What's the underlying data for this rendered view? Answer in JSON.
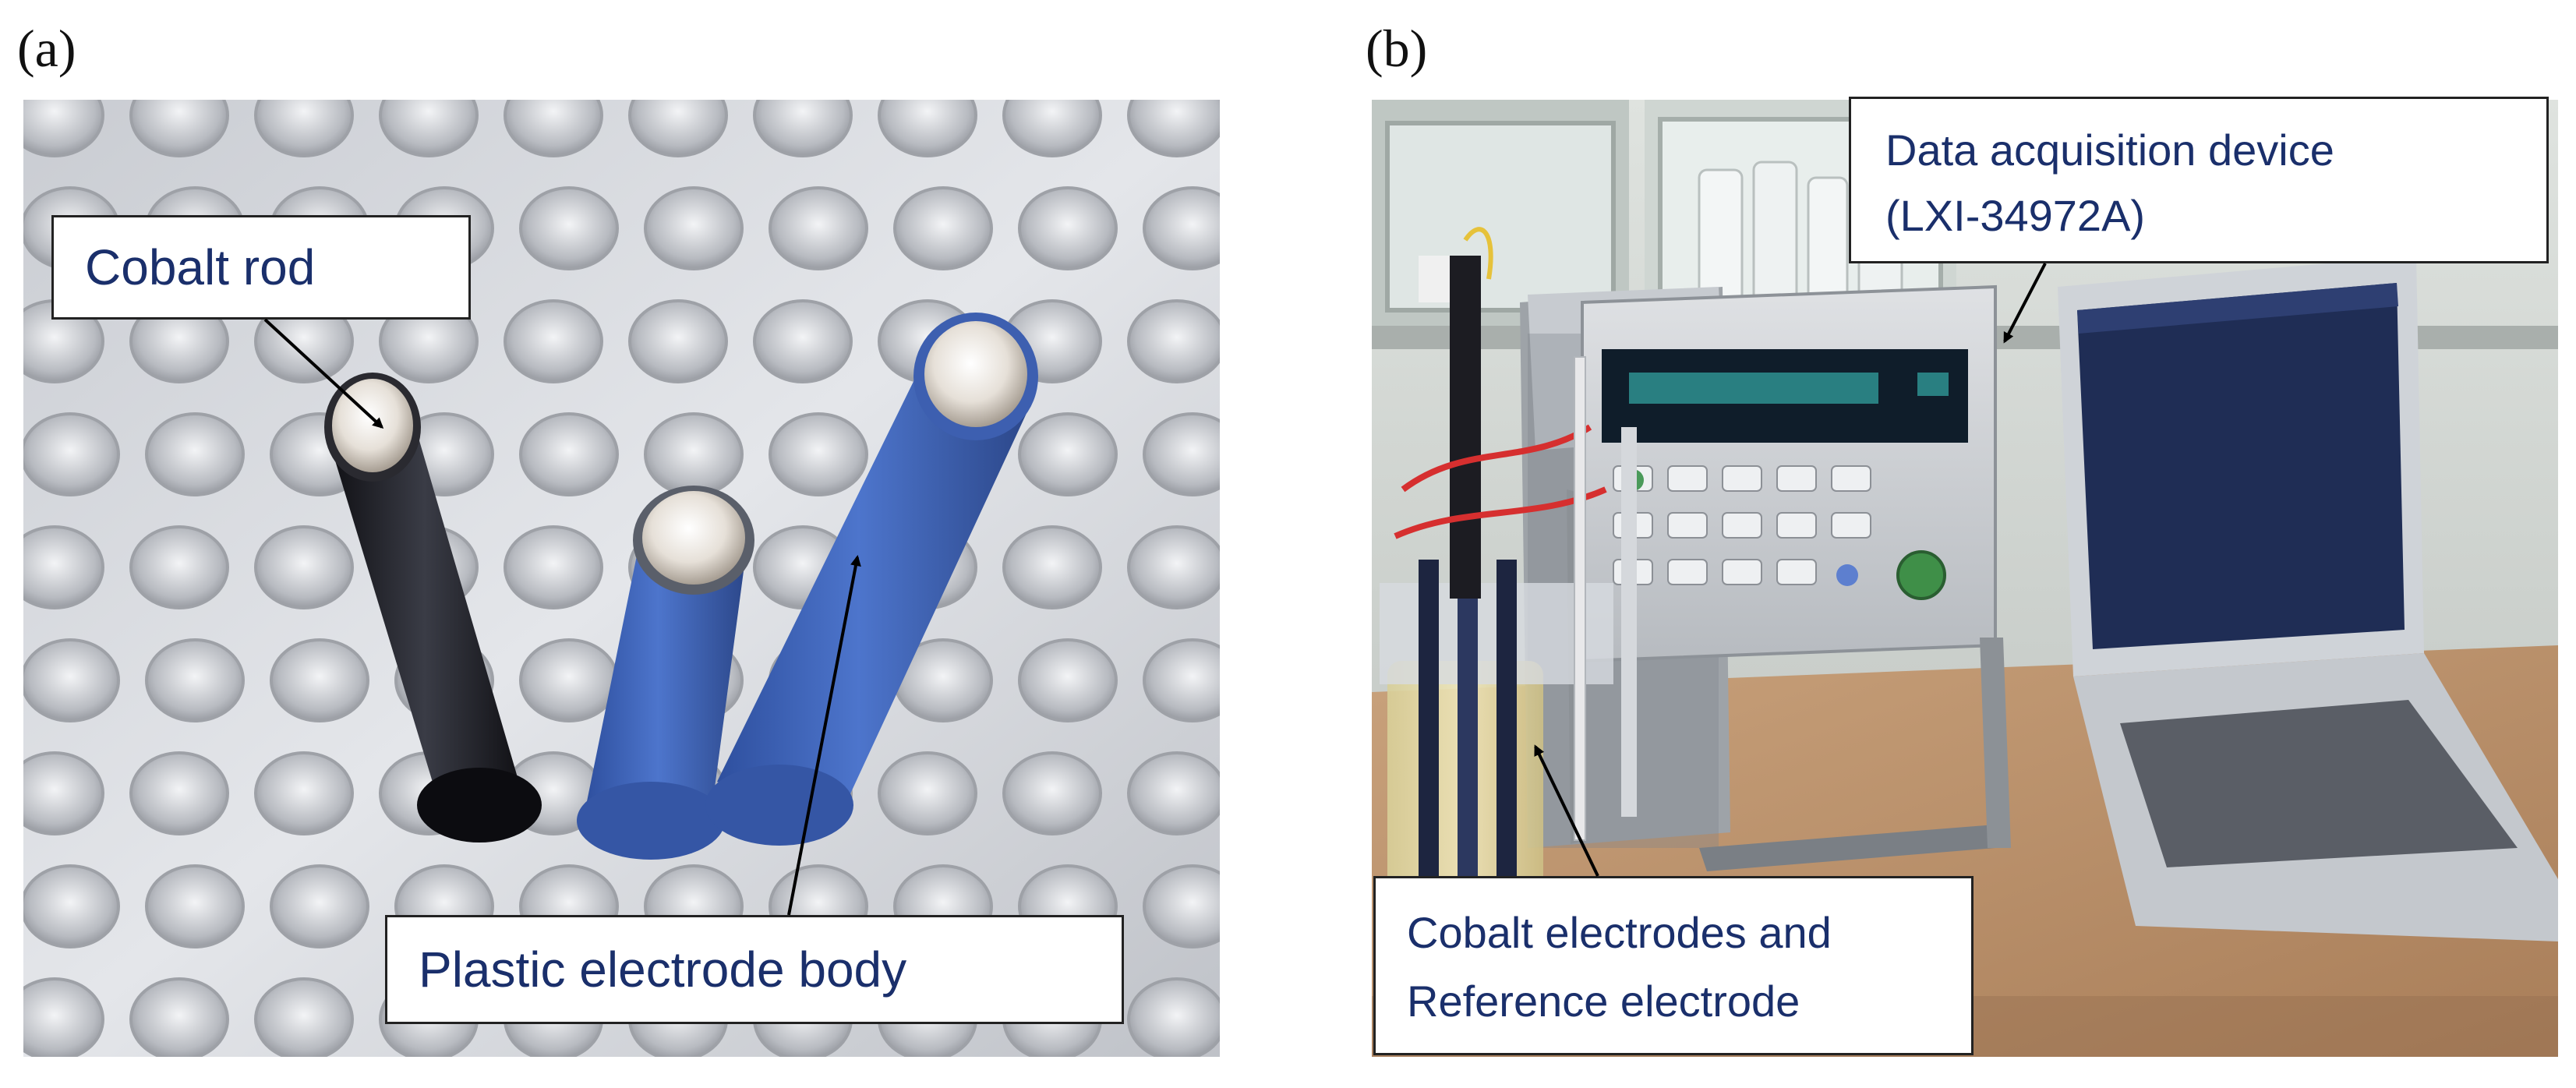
{
  "figure": {
    "panel_a": {
      "letter": "(a)",
      "labels": {
        "cobalt_rod": "Cobalt rod",
        "electrode_body": "Plastic electrode body"
      }
    },
    "panel_b": {
      "letter": "(b)",
      "labels": {
        "daq_line1": "Data acquisition device",
        "daq_line2": "(LXI-34972A)",
        "electrodes_line1": "Cobalt electrodes and",
        "electrodes_line2": "Reference electrode"
      }
    }
  },
  "colors": {
    "label_text": "#1a2f6b",
    "electrode_blue": "#3f63b8",
    "electrode_black": "#1c1c22",
    "tray": "#d9dbe0",
    "desk": "#b98f6a"
  }
}
